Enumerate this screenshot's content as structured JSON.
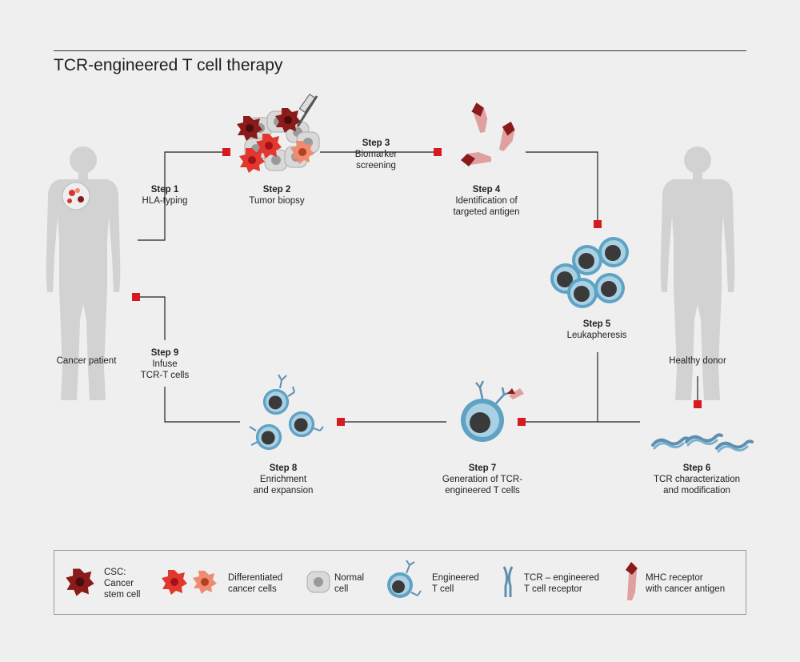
{
  "title": "TCR-engineered T cell therapy",
  "colors": {
    "background": "#efefef",
    "connector": "#222222",
    "marker": "#d71920",
    "silhouette": "#d2d2d2",
    "tcell": "#5fa3c4",
    "cancer": "#d9342b",
    "csc": "#8b1a1a"
  },
  "people": {
    "patient": "Cancer patient",
    "donor": "Healthy donor"
  },
  "steps": [
    {
      "heading": "Step 1",
      "text": "HLA-typing"
    },
    {
      "heading": "Step 2",
      "text": "Tumor biopsy"
    },
    {
      "heading": "Step 3",
      "text": "Biomarker\nscreening"
    },
    {
      "heading": "Step 4",
      "text": "Identification of\ntargeted antigen"
    },
    {
      "heading": "Step 5",
      "text": "Leukapheresis"
    },
    {
      "heading": "Step 6",
      "text": "TCR characterization\nand modification"
    },
    {
      "heading": "Step 7",
      "text": "Generation of TCR-\nengineered T cells"
    },
    {
      "heading": "Step 8",
      "text": "Enrichment\nand expansion"
    },
    {
      "heading": "Step 9",
      "text": "Infuse\nTCR-T cells"
    }
  ],
  "legend": [
    {
      "icon": "csc-icon",
      "label": "CSC:\nCancer\nstem cell"
    },
    {
      "icon": "differentiated-cancer-cell-icon",
      "label": "Differentiated\ncancer cells"
    },
    {
      "icon": "normal-cell-icon",
      "label": "Normal\ncell"
    },
    {
      "icon": "engineered-t-cell-icon",
      "label": "Engineered\nT cell"
    },
    {
      "icon": "tcr-receptor-icon",
      "label": "TCR – engineered\nT cell receptor"
    },
    {
      "icon": "mhc-receptor-icon",
      "label": "MHC receptor\nwith cancer antigen"
    }
  ]
}
